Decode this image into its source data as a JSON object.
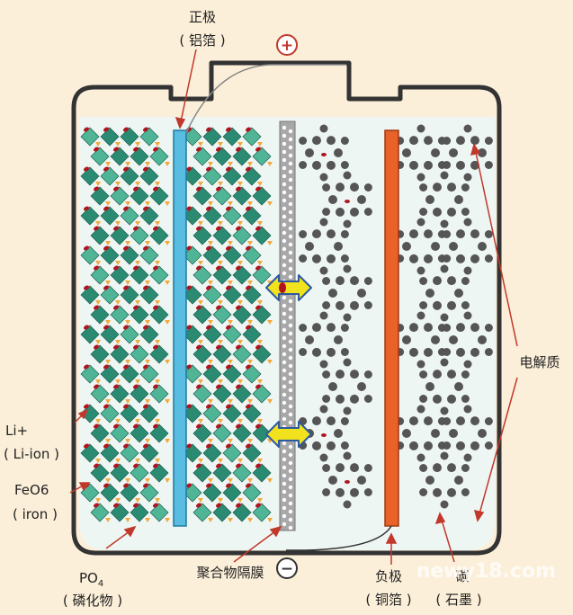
{
  "labels": {
    "positive_title": "正极",
    "positive_sub": "( 铝箔 )",
    "plus_sign": "+",
    "minus_sign": "−",
    "electrolyte": "电解质",
    "li_title": "Li+",
    "li_sub": "( Li-ion )",
    "feo6_title": "FeO6",
    "feo6_sub": "( iron )",
    "po4_title": "PO",
    "po4_subscript": "4",
    "po4_sub": "( 磷化物 )",
    "separator": "聚合物隔膜",
    "negative_title": "负极",
    "negative_sub": "( 铜箔 )",
    "carbon_title": "碳",
    "carbon_sub": "( 石墨 )",
    "watermark": "newy18.com"
  },
  "colors": {
    "background": "#fcefd9",
    "casing": "#333333",
    "electrolyte": "#eef6f4",
    "aluminum_foil": "#58bde0",
    "copper_foil": "#e8622a",
    "separator": "#a8a8a8",
    "octahedron_dark": "#2b8a72",
    "octahedron_light": "#4fb596",
    "phosphate": "#f2a93b",
    "lithium": "#b0141e",
    "graphite": "#555555",
    "arrow_fill": "#f2e21e",
    "arrow_stroke": "#2c5aa0",
    "pointer": "#c0392b"
  }
}
